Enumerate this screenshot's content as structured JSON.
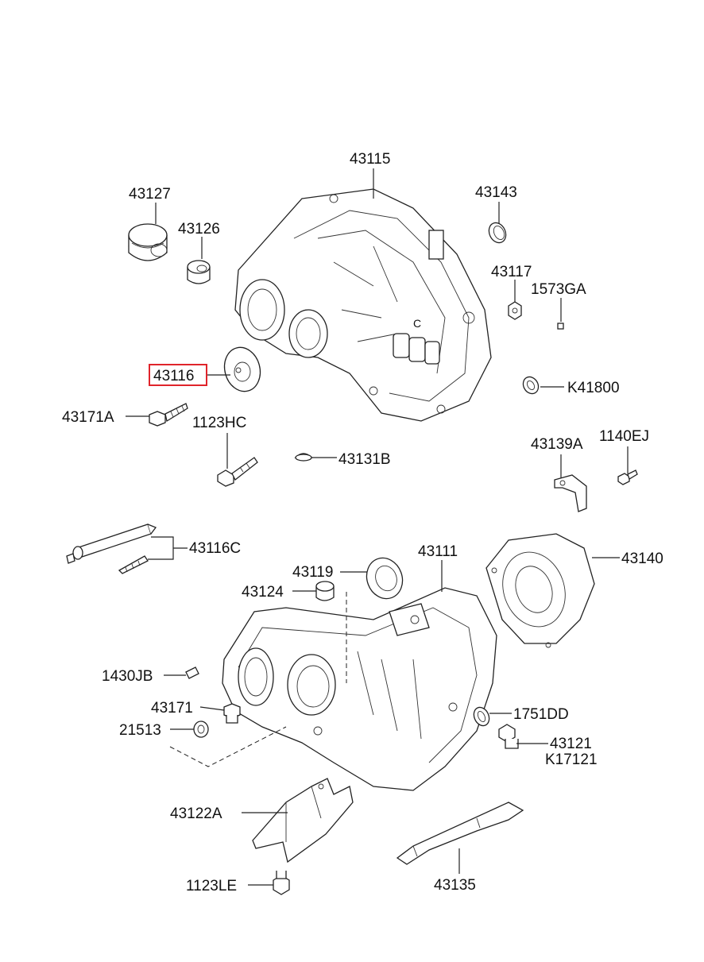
{
  "diagram": {
    "highlighted_part": "43116",
    "highlight_color": "#e0242b",
    "labels": {
      "p43115": "43115",
      "p43127": "43127",
      "p43126": "43126",
      "p43143": "43143",
      "p43117": "43117",
      "p1573GA": "1573GA",
      "p43116": "43116",
      "pK41800": "K41800",
      "p43171A": "43171A",
      "p1123HC": "1123HC",
      "p43131B": "43131B",
      "p43139A": "43139A",
      "p1140EJ": "1140EJ",
      "p43116C": "43116C",
      "p43119": "43119",
      "p43111": "43111",
      "p43140": "43140",
      "p43124": "43124",
      "p1430JB": "1430JB",
      "p43171": "43171",
      "p1751DD": "1751DD",
      "p21513": "21513",
      "p43121": "43121",
      "pK17121": "K17121",
      "p43122A": "43122A",
      "p1123LE": "1123LE",
      "p43135": "43135"
    }
  }
}
